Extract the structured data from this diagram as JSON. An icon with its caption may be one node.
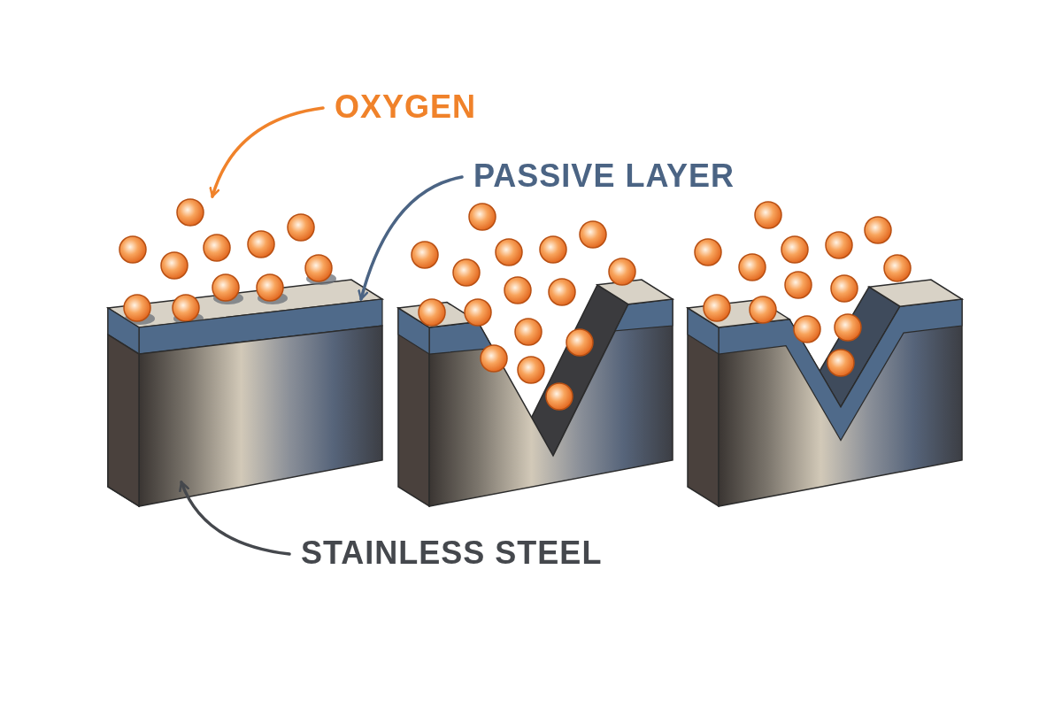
{
  "diagram": {
    "nodes": [
      {
        "text": [
          "OXYGEN"
        ]
      },
      {
        "text": [],
        "shape": "picture"
      },
      {
        "text": [
          "PASSIVE LAYER"
        ]
      },
      {
        "text": [],
        "shape": "picture"
      },
      {
        "text": [
          "STAINLESS STEEL"
        ]
      },
      {
        "text": [],
        "shape": "picture"
      }
    ],
    "edges": [
      {
        "from": 0,
        "to": 1,
        "arrow": "to",
        "color": "#f0822a"
      },
      {
        "from": 2,
        "to": 3,
        "arrow": "to",
        "color": "#4b6484"
      },
      {
        "from": 4,
        "to": 5,
        "arrow": "to",
        "color": "#45484d"
      }
    ]
  }
}
